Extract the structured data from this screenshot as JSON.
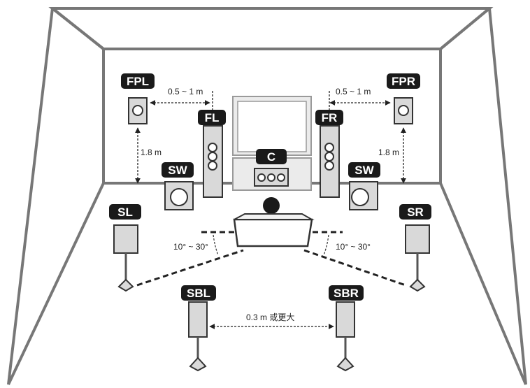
{
  "labels": {
    "fpl": "FPL",
    "fpr": "FPR",
    "fl": "FL",
    "fr": "FR",
    "c": "C",
    "sw_left": "SW",
    "sw_right": "SW",
    "sl": "SL",
    "sr": "SR",
    "sbl": "SBL",
    "sbr": "SBR"
  },
  "dimensions": {
    "front_presence_left_gap": "0.5 ~ 1 m",
    "front_presence_right_gap": "0.5 ~ 1 m",
    "presence_height_left": "1.8 m",
    "presence_height_right": "1.8 m",
    "surround_angle_left": "10° ~ 30°",
    "surround_angle_right": "10° ~ 30°",
    "surround_back_gap": "0.3 m 或更大"
  },
  "colors": {
    "badge": "#1a1a1a",
    "line": "#333333",
    "speaker_fill": "#d9d9d9",
    "panel_fill": "#ebebeb"
  }
}
